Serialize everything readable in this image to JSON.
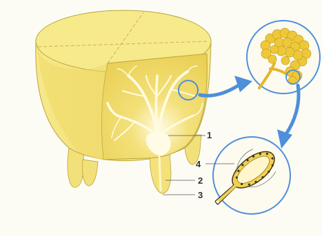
{
  "labels": {
    "one": "1",
    "two": "2",
    "three": "3",
    "four": "4"
  },
  "colors": {
    "background": "#fdfcf4",
    "udder_body": "#f4e583",
    "udder_top": "#f7ec8e",
    "cutaway": "#eed860",
    "gland_tree": "#fffbe0",
    "alveoli": "#eec738",
    "arrow": "#4d8fdb",
    "outline": "#a9962e"
  },
  "icons": [
    "magnify-circle-icon",
    "curved-arrow-icon"
  ]
}
